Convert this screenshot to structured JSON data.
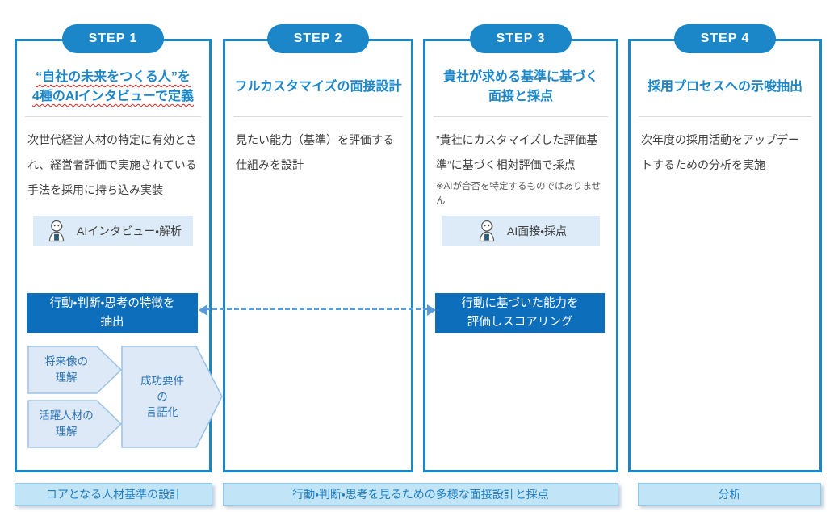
{
  "steps": [
    {
      "badge": "STEP 1",
      "title": "“自社の未来をつくる人”を\n4種のAIインタビューで定義",
      "body": "次世代経営人材の特定に有効とされ、経営者評価で実施されている手法を採用に持ち込み実装",
      "ai_badge": "AIインタビュー・解析",
      "highlight": "行動・判断・思考の特徴を\n抽出",
      "chevrons": [
        "将来像の\n理解",
        "活躍人材の\n理解",
        "成功要件\nの\n言語化"
      ]
    },
    {
      "badge": "STEP 2",
      "title": "フルカスタマイズの面接設計",
      "body": "見たい能力（基準）を評価する仕組みを設計"
    },
    {
      "badge": "STEP 3",
      "title": "貴社が求める基準に基づく\n面接と採点",
      "body": "”貴社にカスタマイズした評価基準”に基づく相対評価で採点",
      "note": "※AIが合否を特定するものではありません",
      "ai_badge": "AI面接・採点",
      "highlight": "行動に基づいた能力を\n評価しスコアリング"
    },
    {
      "badge": "STEP 4",
      "title": "採用プロセスへの示唆抽出",
      "body": "次年度の採用活動をアップデートするための分析を実施"
    }
  ],
  "footers": [
    "コアとなる人材基準の設計",
    "行動・判断・思考を見るための多様な面接設計と採点",
    "分析"
  ],
  "icons": {
    "robot": "ai-robot-icon"
  },
  "colors": {
    "accent_blue": "#1b86c8",
    "highlight_box_blue": "#0d6fbc",
    "light_blue_fill": "#dcebf7",
    "chevron_fill": "#dde9f6",
    "chevron_border": "#9bc2e6",
    "chevron_text": "#2e74b5",
    "footer_bg": "#c2e4f7",
    "footer_text": "#1f7ec2",
    "arrow_blue": "#5b9bd5",
    "misspell_underline_red": "#e0231b",
    "body_text": "#404040"
  }
}
